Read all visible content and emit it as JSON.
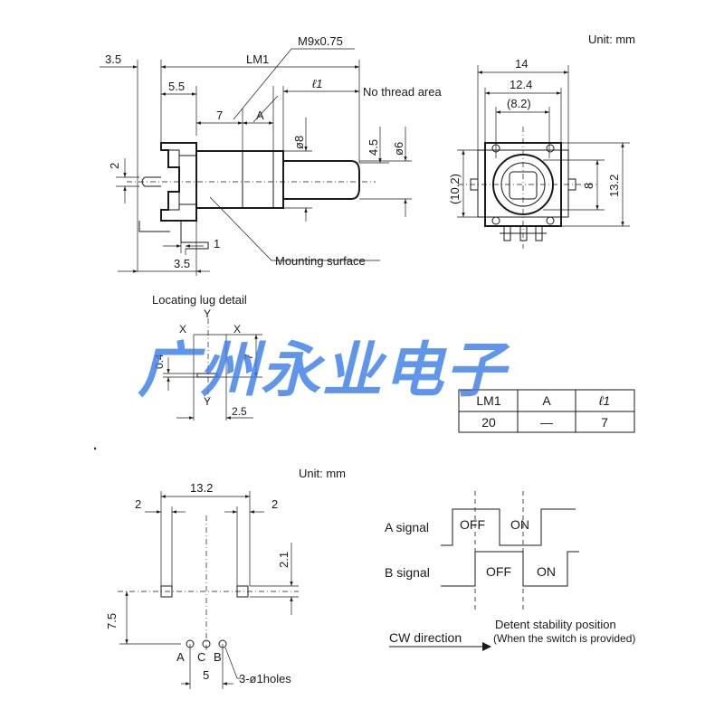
{
  "side_view": {
    "unit": "Unit: mm",
    "dim_3_5_top": "3.5",
    "dim_lm1": "LM1",
    "dim_thread": "M9x0.75",
    "dim_5_5": "5.5",
    "dim_l1": "ℓ1",
    "no_thread": "No thread area",
    "dim_7": "7",
    "dim_A": "A",
    "dim_phi8": "ø8",
    "dim_4_5": "4.5",
    "dim_phi6": "ø6",
    "dim_2": "2",
    "dim_1": "1",
    "dim_3_5_bottom": "3.5",
    "mounting_surface": "Mounting surface"
  },
  "front_view": {
    "dim_14": "14",
    "dim_12_4": "12.4",
    "dim_8_2": "(8.2)",
    "dim_10_2": "(10.2)",
    "dim_8": "8",
    "dim_13_2": "13.2"
  },
  "lug_detail": {
    "title": "Locating lug detail",
    "y_top": "Y",
    "x_left": "X",
    "x_right": "X",
    "dim_0_4": "0.4",
    "dim_7": "7",
    "y_bottom": "Y",
    "dim_2_5": "2.5"
  },
  "watermark": "广州永业电子",
  "spec_table": {
    "headers": [
      "LM1",
      "A",
      "ℓ1"
    ],
    "rows": [
      [
        "20",
        "—",
        "7"
      ]
    ]
  },
  "pcb_layout": {
    "unit": "Unit: mm",
    "dim_13_2": "13.2",
    "dim_2_left": "2",
    "dim_2_right": "2",
    "dim_2_1": "2.1",
    "dim_7_5": "7.5",
    "pin_a": "A",
    "pin_c": "C",
    "pin_b": "B",
    "dim_5": "5",
    "holes": "3-ø1holes"
  },
  "timing": {
    "a_signal": "A signal",
    "b_signal": "B signal",
    "a_off": "OFF",
    "a_on": "ON",
    "b_off": "OFF",
    "b_on": "ON",
    "cw": "CW direction",
    "detent": "Detent stability position",
    "detent_note": "(When the switch is provided)"
  }
}
